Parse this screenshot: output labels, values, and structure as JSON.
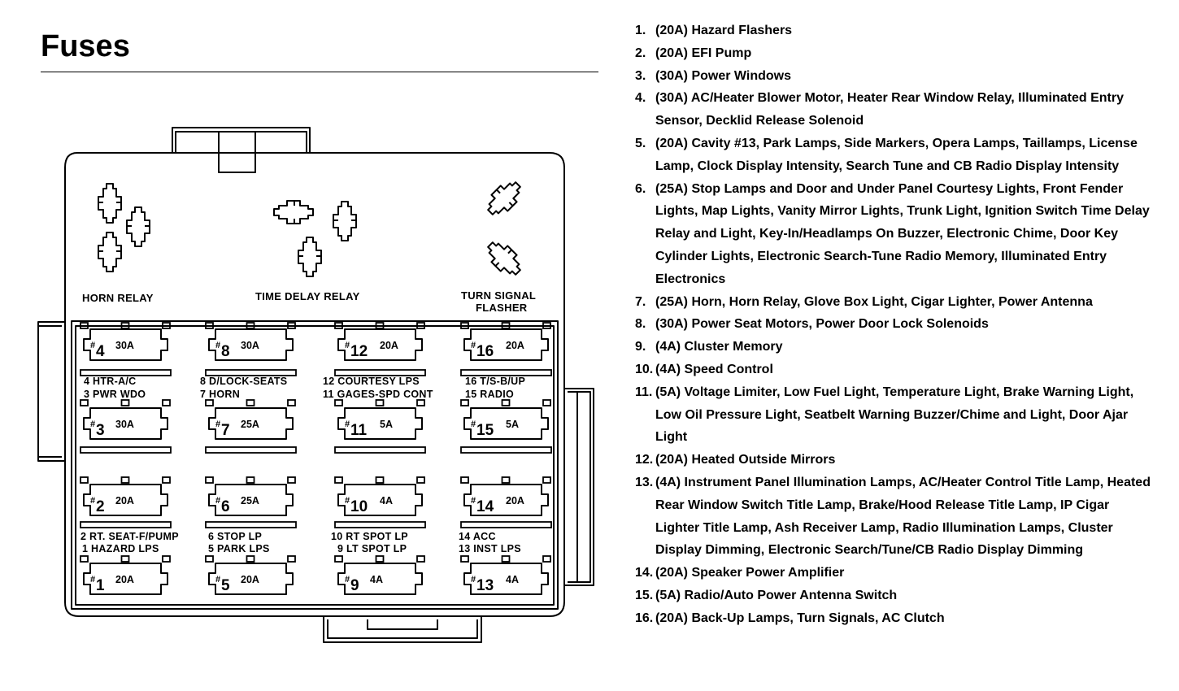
{
  "title": "Fuses",
  "relay_labels": {
    "horn": "HORN RELAY",
    "time_delay": "TIME DELAY RELAY",
    "turn_signal_1": "TURN SIGNAL",
    "turn_signal_2": "FLASHER"
  },
  "fuse_block": [
    {
      "row": 1,
      "col": 1,
      "hash": "#",
      "num": "4",
      "amp": "30A"
    },
    {
      "row": 1,
      "col": 2,
      "hash": "#",
      "num": "8",
      "amp": "30A"
    },
    {
      "row": 1,
      "col": 3,
      "hash": "#",
      "num": "12",
      "amp": "20A"
    },
    {
      "row": 1,
      "col": 4,
      "hash": "#",
      "num": "16",
      "amp": "20A"
    },
    {
      "row": 2,
      "col": 1,
      "hash": "#",
      "num": "3",
      "amp": "30A"
    },
    {
      "row": 2,
      "col": 2,
      "hash": "#",
      "num": "7",
      "amp": "25A"
    },
    {
      "row": 2,
      "col": 3,
      "hash": "#",
      "num": "11",
      "amp": "5A"
    },
    {
      "row": 2,
      "col": 4,
      "hash": "#",
      "num": "15",
      "amp": "5A"
    },
    {
      "row": 3,
      "col": 1,
      "hash": "#",
      "num": "2",
      "amp": "20A"
    },
    {
      "row": 3,
      "col": 2,
      "hash": "#",
      "num": "6",
      "amp": "25A"
    },
    {
      "row": 3,
      "col": 3,
      "hash": "#",
      "num": "10",
      "amp": "4A"
    },
    {
      "row": 3,
      "col": 4,
      "hash": "#",
      "num": "14",
      "amp": "20A"
    },
    {
      "row": 4,
      "col": 1,
      "hash": "#",
      "num": "1",
      "amp": "20A"
    },
    {
      "row": 4,
      "col": 2,
      "hash": "#",
      "num": "5",
      "amp": "20A"
    },
    {
      "row": 4,
      "col": 3,
      "hash": "#",
      "num": "9",
      "amp": "4A"
    },
    {
      "row": 4,
      "col": 4,
      "hash": "#",
      "num": "13",
      "amp": "4A"
    }
  ],
  "circuit_labels": [
    {
      "group": "upper",
      "col": 1,
      "line": 1,
      "text": "4  HTR-A/C"
    },
    {
      "group": "upper",
      "col": 1,
      "line": 2,
      "text": "3  PWR WDO"
    },
    {
      "group": "upper",
      "col": 2,
      "line": 1,
      "text": "8  D/LOCK-SEATS"
    },
    {
      "group": "upper",
      "col": 2,
      "line": 2,
      "text": "7  HORN"
    },
    {
      "group": "upper",
      "col": 3,
      "line": 1,
      "text": "12  COURTESY LPS"
    },
    {
      "group": "upper",
      "col": 3,
      "line": 2,
      "text": "11  GAGES-SPD CONT"
    },
    {
      "group": "upper",
      "col": 4,
      "line": 1,
      "text": "16  T/S-B/UP"
    },
    {
      "group": "upper",
      "col": 4,
      "line": 2,
      "text": "15  RADIO"
    },
    {
      "group": "lower",
      "col": 1,
      "line": 1,
      "text": "2 RT. SEAT-F/PUMP"
    },
    {
      "group": "lower",
      "col": 1,
      "line": 2,
      "text": "1  HAZARD LPS"
    },
    {
      "group": "lower",
      "col": 2,
      "line": 1,
      "text": "6  STOP LP"
    },
    {
      "group": "lower",
      "col": 2,
      "line": 2,
      "text": "5  PARK LPS"
    },
    {
      "group": "lower",
      "col": 3,
      "line": 1,
      "text": "10  RT SPOT LP"
    },
    {
      "group": "lower",
      "col": 3,
      "line": 2,
      "text": "9  LT SPOT LP"
    },
    {
      "group": "lower",
      "col": 4,
      "line": 1,
      "text": "14  ACC"
    },
    {
      "group": "lower",
      "col": 4,
      "line": 2,
      "text": "13  INST LPS"
    }
  ],
  "legend": [
    {
      "n": "1.",
      "text": "(20A) Hazard Flashers"
    },
    {
      "n": "2.",
      "text": "(20A) EFI Pump"
    },
    {
      "n": "3.",
      "text": "(30A) Power Windows"
    },
    {
      "n": "4.",
      "text": "(30A) AC/Heater Blower Motor, Heater Rear Window Relay, Illuminated Entry Sensor, Decklid Release Solenoid"
    },
    {
      "n": "5.",
      "text": "(20A) Cavity #13, Park Lamps, Side Markers, Opera Lamps, Taillamps, License Lamp, Clock Display Intensity, Search Tune and CB Radio Display Intensity"
    },
    {
      "n": "6.",
      "text": "(25A) Stop Lamps and Door and Under Panel Courtesy Lights, Front Fender Lights, Map Lights, Vanity Mirror Lights, Trunk Light, Ignition Switch Time Delay Relay and Light, Key-In/Headlamps On Buzzer, Electronic Chime, Door Key Cylinder Lights, Electronic Search-Tune Radio Memory, Illuminated Entry Electronics"
    },
    {
      "n": "7.",
      "text": "(25A) Horn, Horn Relay, Glove Box Light, Cigar Lighter, Power Antenna"
    },
    {
      "n": "8.",
      "text": "(30A) Power Seat Motors, Power Door Lock Solenoids"
    },
    {
      "n": "9.",
      "text": "(4A) Cluster Memory"
    },
    {
      "n": "10.",
      "text": "(4A) Speed Control"
    },
    {
      "n": "11.",
      "text": "(5A) Voltage Limiter, Low Fuel Light, Temperature Light, Brake Warning Light, Low Oil Pressure Light, Seatbelt Warning Buzzer/Chime and Light, Door Ajar Light"
    },
    {
      "n": "12.",
      "text": "(20A) Heated Outside Mirrors"
    },
    {
      "n": "13.",
      "text": "(4A) Instrument Panel Illumination Lamps, AC/Heater Control Title Lamp, Heated Rear Window Switch Title Lamp, Brake/Hood Release Title Lamp, IP Cigar Lighter Title Lamp, Ash Receiver Lamp, Radio Illumination Lamps, Cluster Display Dimming, Electronic Search/Tune/CB Radio Display Dimming"
    },
    {
      "n": "14.",
      "text": "(20A) Speaker Power Amplifier"
    },
    {
      "n": "15.",
      "text": "(5A) Radio/Auto Power Antenna Switch"
    },
    {
      "n": "16.",
      "text": "(20A) Back-Up Lamps, Turn Signals, AC Clutch"
    }
  ]
}
